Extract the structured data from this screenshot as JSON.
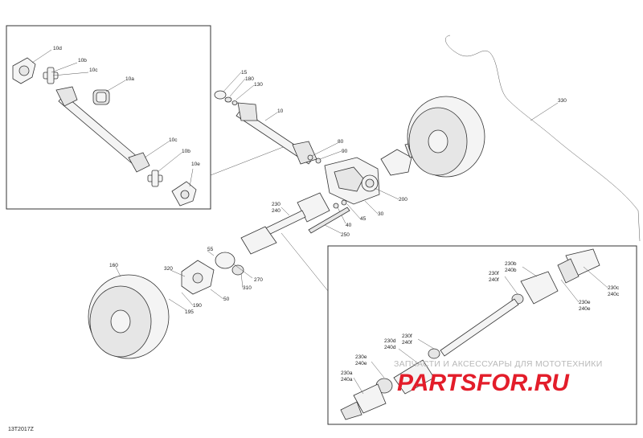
{
  "diagram": {
    "figure_code": "13T2017Z",
    "watermark": {
      "subtitle": "ЗАПЧАСТИ И АКСЕССУАРЫ ДЛЯ МОТОТЕХНИКИ",
      "logo": "PARTSFOR.RU"
    },
    "callouts": {
      "inset1": [
        "10d",
        "10b",
        "10c",
        "10a",
        "10c",
        "10b",
        "10e"
      ],
      "main": [
        "15",
        "180",
        "130",
        "10",
        "80",
        "90",
        "330",
        "200",
        "30",
        "45",
        "40",
        "250",
        "230",
        "240",
        "55",
        "270",
        "310",
        "50",
        "320",
        "190",
        "195",
        "160"
      ],
      "inset2": [
        "230c",
        "240c",
        "230f",
        "240f",
        "230b",
        "240b",
        "230e",
        "240e",
        "230f",
        "240f",
        "230d",
        "240d",
        "230e",
        "240e",
        "230a",
        "240a"
      ]
    }
  }
}
